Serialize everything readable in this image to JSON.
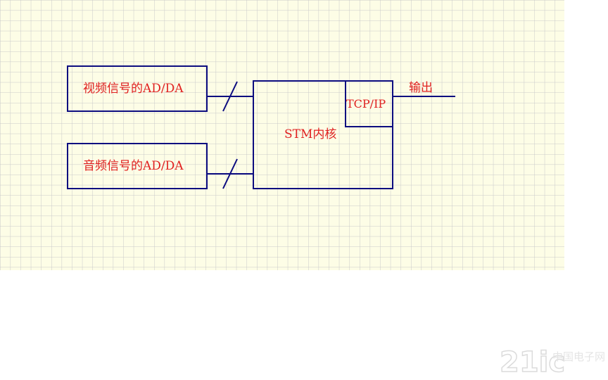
{
  "diagram": {
    "video_block": "视频信号的AD/DA",
    "audio_block": "音频信号的AD/DA",
    "core_block": "STM内核",
    "tcpip_block": "TCP/IP",
    "output_label": "输出"
  },
  "watermark": {
    "brand": "21ic",
    "site": "中国电子网"
  },
  "colors": {
    "grid_background": "#fdfde6",
    "grid_line": "#c9c9c9",
    "block_stroke": "#0c0c80",
    "label_text": "#e02020",
    "watermark": "#dcdcdc"
  }
}
